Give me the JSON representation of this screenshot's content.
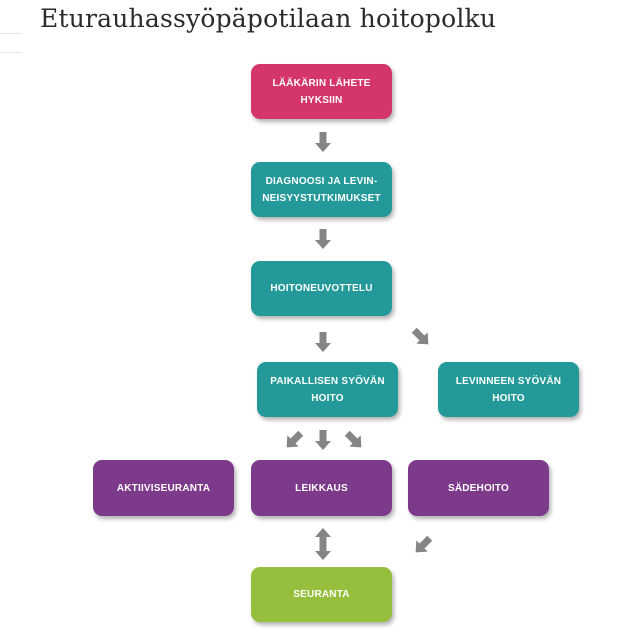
{
  "title": "Eturauhassyöpäpotilaan hoitopolku",
  "colors": {
    "referral": "#d4356b",
    "teal": "#23999a",
    "purple": "#7e3a8a",
    "followup": "#95bf3c",
    "arrow": "#858585"
  },
  "nodes": {
    "referral": "LÄÄKÄRIN LÄHETE\nHYKSIIN",
    "diagnosis": "DIAGNOOSI JA LEVIN-\nNEISYYSTUTKIMUKSET",
    "treatment_meeting": "HOITONEUVOTTELU",
    "local_treatment": "PAIKALLISEN SYÖVÄN\nHOITO",
    "spread_treatment": "LEVINNEEN SYÖVÄN\nHOITO",
    "active_surveillance": "AKTIIVISEURANTA",
    "surgery": "LEIKKAUS",
    "radiotherapy": "SÄDEHOITO",
    "followup": "SEURANTA"
  }
}
